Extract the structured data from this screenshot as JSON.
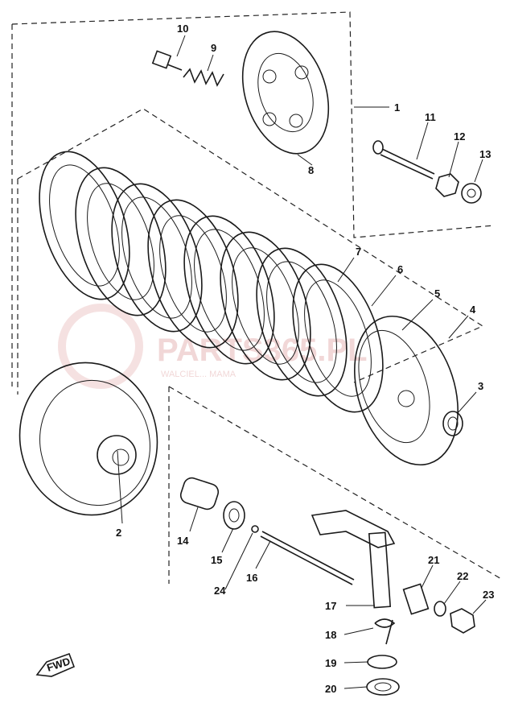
{
  "watermark": {
    "text": "PARTS365.PL",
    "tagline": "WALCIEL... MAMA"
  },
  "fwd_label": "FWD",
  "callouts": [
    "1",
    "2",
    "3",
    "4",
    "5",
    "6",
    "7",
    "8",
    "9",
    "10",
    "11",
    "12",
    "13",
    "14",
    "15",
    "16",
    "17",
    "18",
    "19",
    "20",
    "21",
    "22",
    "23",
    "24"
  ],
  "parts": {
    "p1": "clutch-assembly-group",
    "p2": "primary-driven-gear",
    "p3": "thrust-washer",
    "p4": "clutch-boss",
    "p5": "clutch-plate",
    "p6": "friction-plate",
    "p7": "friction-plate-2",
    "p8": "pressure-plate",
    "p9": "clutch-spring",
    "p10": "spring-screw",
    "p11": "push-rod",
    "p12": "nut",
    "p13": "lock-washer",
    "p14": "bushing",
    "p15": "thrust-plate",
    "p16": "push-rod-long",
    "p17": "push-lever-shaft",
    "p18": "spring",
    "p19": "washer",
    "p20": "oil-seal",
    "p21": "adjusting-screw",
    "p22": "o-ring",
    "p23": "locknut",
    "p24": "ball"
  }
}
